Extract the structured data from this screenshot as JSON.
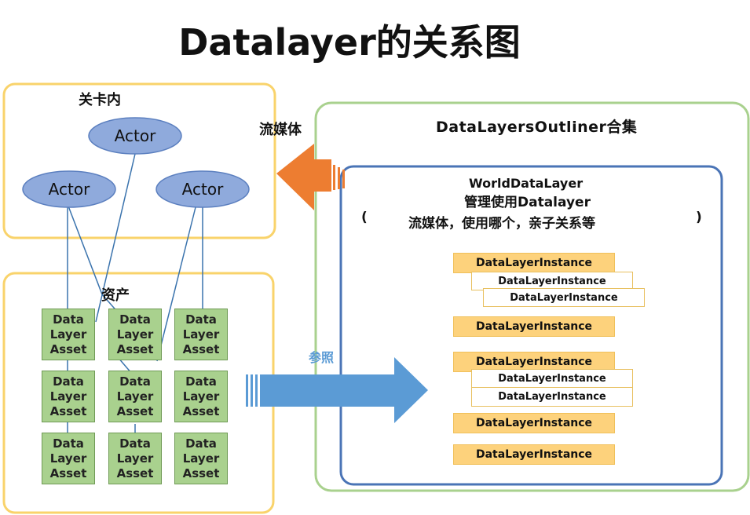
{
  "title": "Datalayer的关系图",
  "level": {
    "label": "关卡内",
    "actors": [
      "Actor",
      "Actor",
      "Actor"
    ]
  },
  "streaming_label": "流媒体",
  "assets": {
    "label": "资产",
    "item_lines": [
      "Data",
      "Layer",
      "Asset"
    ]
  },
  "reference_label": "参照",
  "outliner": {
    "label": "DataLayersOutliner合集",
    "world": {
      "name": "WorldDataLayer",
      "subtitle": "管理使用Datalayer",
      "open_paren": "(",
      "desc": "流媒体，使用哪个，亲子关系等",
      "close_paren": ")"
    },
    "instance_label": "DataLayerInstance"
  },
  "colors": {
    "yellow_border": "#f9d36b",
    "green_border": "#a9d18e",
    "blue_border": "#4a74b6",
    "actor_fill": "#8faadc",
    "asset_fill": "#a9d18e",
    "instance_fill": "#fdd27c",
    "arrow_orange": "#ed7d31",
    "arrow_blue": "#5b9bd5"
  }
}
